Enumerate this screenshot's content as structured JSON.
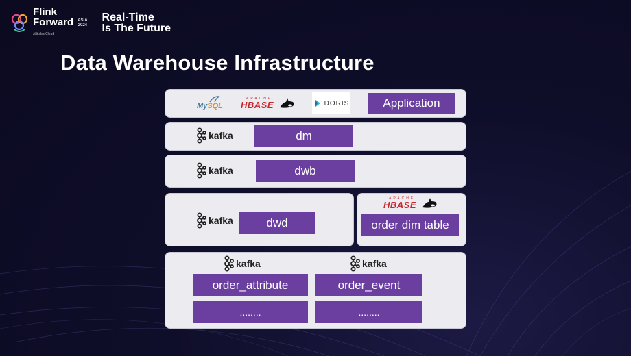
{
  "brand": {
    "name_line1": "Flink",
    "name_line2": "Forward",
    "organizer": "Alibaba Cloud",
    "edition_line1": "ASIA",
    "edition_line2": "2024",
    "tagline_line1": "Real-Time",
    "tagline_line2": "Is The Future"
  },
  "slide": {
    "title": "Data Warehouse Infrastructure"
  },
  "diagram": {
    "sink_layer": {
      "logos": {
        "mysql_a": "My",
        "mysql_b": "SQL",
        "hbase_apache": "APACHE",
        "hbase_word": "HBASE",
        "doris": "DORIS"
      },
      "app_label": "Application"
    },
    "kafka_label": "kafka",
    "dm_label": "dm",
    "dwb_label": "dwb",
    "dwd_label": "dwd",
    "dim": {
      "hbase_apache": "APACHE",
      "hbase_word": "HBASE",
      "label": "order dim table"
    },
    "ods": {
      "col1": "order_attribute",
      "col2": "order_event",
      "more1": "........",
      "more2": "........"
    }
  },
  "colors": {
    "accent": "#6b3fa0",
    "panel": "#ebebf0",
    "background": "#0f0e2a"
  },
  "icons": [
    "flink-forward-logo",
    "kafka-icon",
    "hbase-orca-icon",
    "doris-icon",
    "mysql-dolphin-icon"
  ]
}
